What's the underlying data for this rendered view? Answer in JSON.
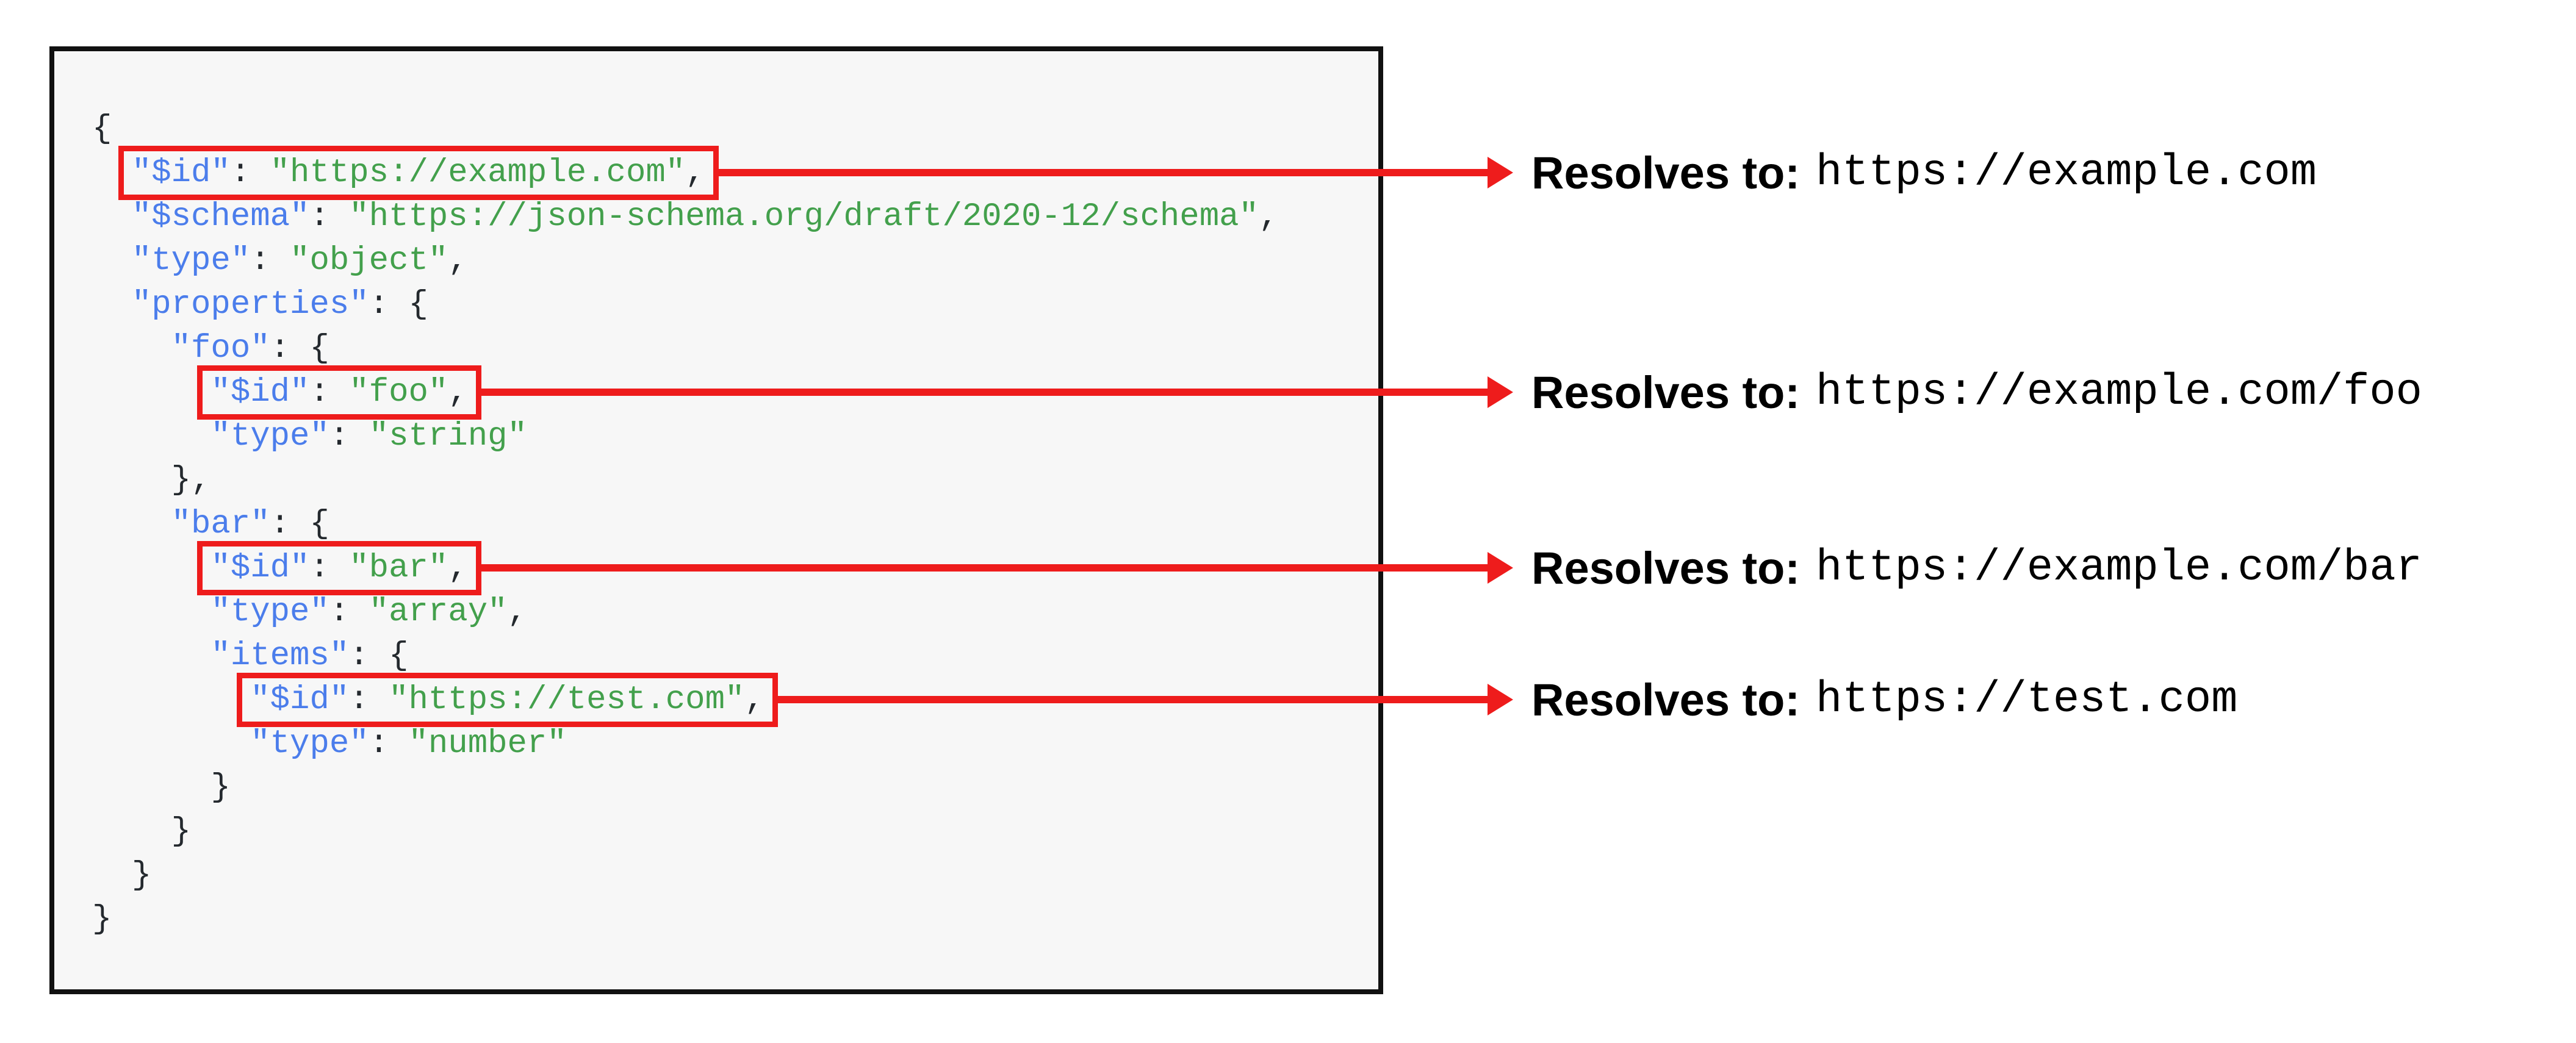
{
  "panel": {
    "background": "#f7f7f7",
    "border_color": "#111111"
  },
  "colors": {
    "key": "#4b7deb",
    "string": "#43a04c",
    "punctuation": "#24292e",
    "highlight_red": "#ee1c1c"
  },
  "code": {
    "language": "json",
    "lines": [
      {
        "indent": 0,
        "boxed": false,
        "segments": [
          {
            "text": "{",
            "type": "pun"
          }
        ]
      },
      {
        "indent": 2,
        "boxed": true,
        "segments": [
          {
            "text": "\"$id\"",
            "type": "key"
          },
          {
            "text": ": ",
            "type": "pun"
          },
          {
            "text": "\"https://example.com\"",
            "type": "str"
          },
          {
            "text": ",",
            "type": "pun"
          }
        ]
      },
      {
        "indent": 2,
        "boxed": false,
        "segments": [
          {
            "text": "\"$schema\"",
            "type": "key"
          },
          {
            "text": ": ",
            "type": "pun"
          },
          {
            "text": "\"https://json-schema.org/draft/2020-12/schema\"",
            "type": "str"
          },
          {
            "text": ",",
            "type": "pun"
          }
        ]
      },
      {
        "indent": 2,
        "boxed": false,
        "segments": [
          {
            "text": "\"type\"",
            "type": "key"
          },
          {
            "text": ": ",
            "type": "pun"
          },
          {
            "text": "\"object\"",
            "type": "str"
          },
          {
            "text": ",",
            "type": "pun"
          }
        ]
      },
      {
        "indent": 2,
        "boxed": false,
        "segments": [
          {
            "text": "\"properties\"",
            "type": "key"
          },
          {
            "text": ": {",
            "type": "pun"
          }
        ]
      },
      {
        "indent": 4,
        "boxed": false,
        "segments": [
          {
            "text": "\"foo\"",
            "type": "key"
          },
          {
            "text": ": {",
            "type": "pun"
          }
        ]
      },
      {
        "indent": 6,
        "boxed": true,
        "segments": [
          {
            "text": "\"$id\"",
            "type": "key"
          },
          {
            "text": ": ",
            "type": "pun"
          },
          {
            "text": "\"foo\"",
            "type": "str"
          },
          {
            "text": ",",
            "type": "pun"
          }
        ]
      },
      {
        "indent": 6,
        "boxed": false,
        "segments": [
          {
            "text": "\"type\"",
            "type": "key"
          },
          {
            "text": ": ",
            "type": "pun"
          },
          {
            "text": "\"string\"",
            "type": "str"
          }
        ]
      },
      {
        "indent": 4,
        "boxed": false,
        "segments": [
          {
            "text": "},",
            "type": "pun"
          }
        ]
      },
      {
        "indent": 4,
        "boxed": false,
        "segments": [
          {
            "text": "\"bar\"",
            "type": "key"
          },
          {
            "text": ": {",
            "type": "pun"
          }
        ]
      },
      {
        "indent": 6,
        "boxed": true,
        "segments": [
          {
            "text": "\"$id\"",
            "type": "key"
          },
          {
            "text": ": ",
            "type": "pun"
          },
          {
            "text": "\"bar\"",
            "type": "str"
          },
          {
            "text": ",",
            "type": "pun"
          }
        ]
      },
      {
        "indent": 6,
        "boxed": false,
        "segments": [
          {
            "text": "\"type\"",
            "type": "key"
          },
          {
            "text": ": ",
            "type": "pun"
          },
          {
            "text": "\"array\"",
            "type": "str"
          },
          {
            "text": ",",
            "type": "pun"
          }
        ]
      },
      {
        "indent": 6,
        "boxed": false,
        "segments": [
          {
            "text": "\"items\"",
            "type": "key"
          },
          {
            "text": ": {",
            "type": "pun"
          }
        ]
      },
      {
        "indent": 8,
        "boxed": true,
        "segments": [
          {
            "text": "\"$id\"",
            "type": "key"
          },
          {
            "text": ": ",
            "type": "pun"
          },
          {
            "text": "\"https://test.com\"",
            "type": "str"
          },
          {
            "text": ",",
            "type": "pun"
          }
        ]
      },
      {
        "indent": 8,
        "boxed": false,
        "segments": [
          {
            "text": "\"type\"",
            "type": "key"
          },
          {
            "text": ": ",
            "type": "pun"
          },
          {
            "text": "\"number\"",
            "type": "str"
          }
        ]
      },
      {
        "indent": 6,
        "boxed": false,
        "segments": [
          {
            "text": "}",
            "type": "pun"
          }
        ]
      },
      {
        "indent": 4,
        "boxed": false,
        "segments": [
          {
            "text": "}",
            "type": "pun"
          }
        ]
      },
      {
        "indent": 2,
        "boxed": false,
        "segments": [
          {
            "text": "}",
            "type": "pun"
          }
        ]
      },
      {
        "indent": 0,
        "boxed": false,
        "segments": [
          {
            "text": "}",
            "type": "pun"
          }
        ]
      }
    ]
  },
  "annotations": [
    {
      "label": "Resolves to:",
      "value": "https://example.com"
    },
    {
      "label": "Resolves to:",
      "value": "https://example.com/foo"
    },
    {
      "label": "Resolves to:",
      "value": "https://example.com/bar"
    },
    {
      "label": "Resolves to:",
      "value": "https://test.com"
    }
  ]
}
